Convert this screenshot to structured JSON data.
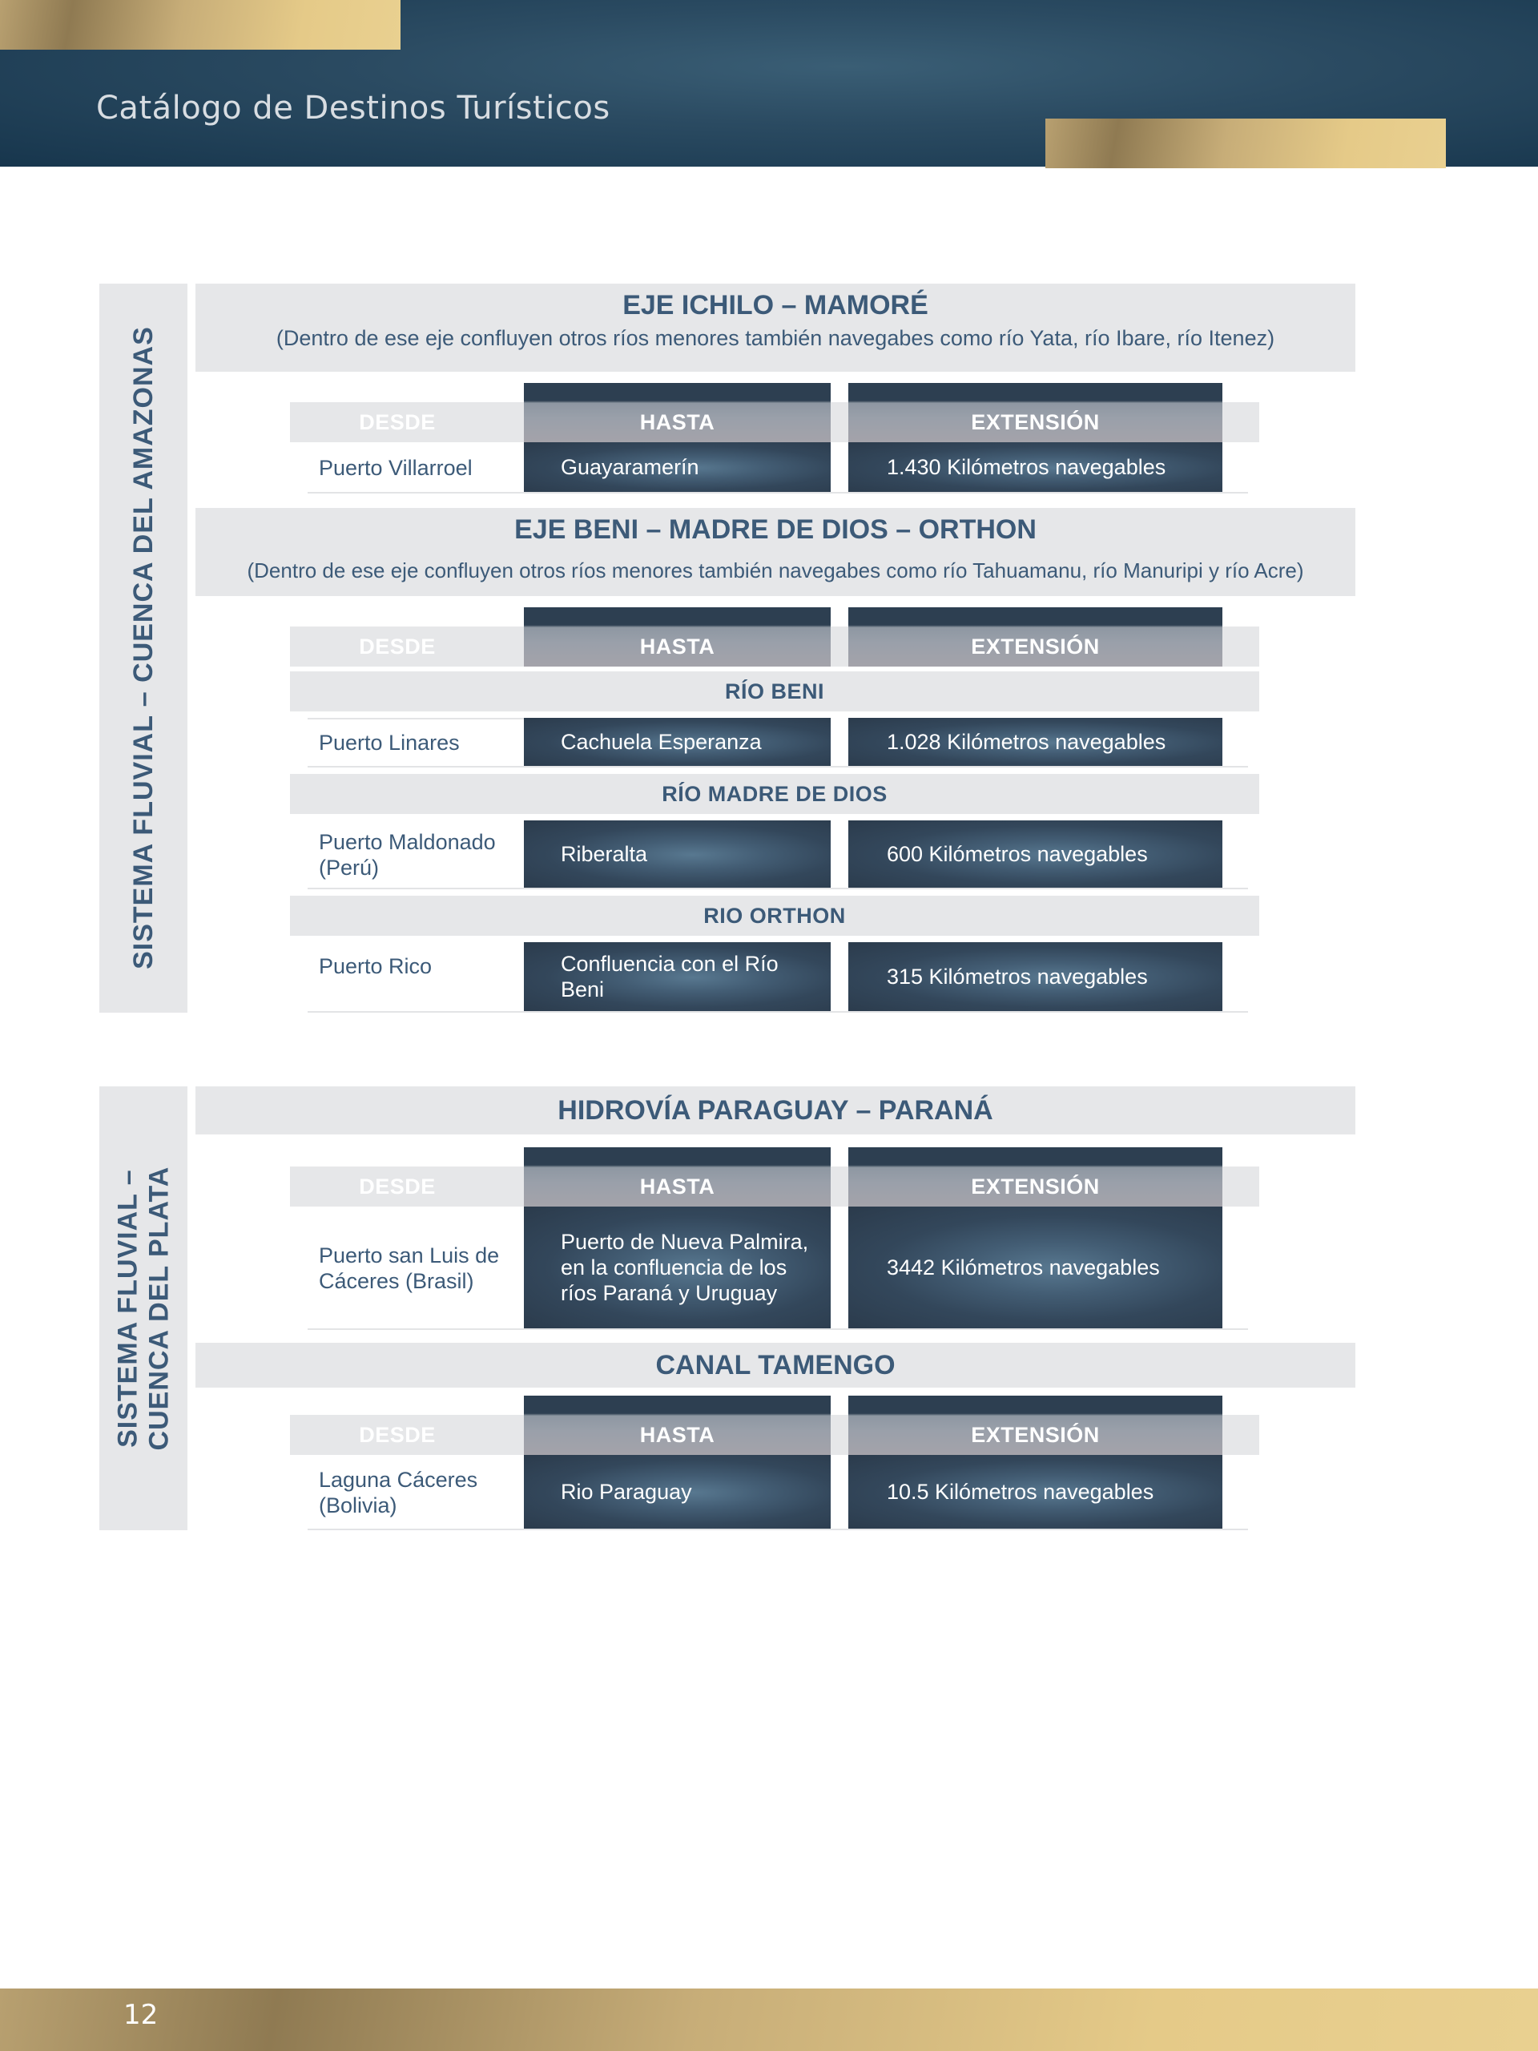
{
  "header": {
    "title": "Catálogo de Destinos Turísticos"
  },
  "columns": {
    "desde": "DESDE",
    "hasta": "HASTA",
    "extension": "EXTENSIÓN"
  },
  "amazonas": {
    "side_label": "SISTEMA FLUVIAL – CUENCA DEL AMAZONAS",
    "eje1": {
      "title": "EJE ICHILO – MAMORÉ",
      "subtitle": "(Dentro de ese eje confluyen otros ríos menores también navegabes como río Yata, río Ibare, río Itenez)",
      "rows": [
        {
          "desde": "Puerto Villarroel",
          "hasta": "Guayaramerín",
          "extension": "1.430 Kilómetros navegables"
        }
      ]
    },
    "eje2": {
      "title": "EJE BENI – MADRE DE DIOS – ORTHON",
      "subtitle": "(Dentro de ese eje confluyen otros ríos menores también navegabes como río Tahuamanu, río Manuripi y río Acre)",
      "groups": [
        {
          "name": "RÍO BENI",
          "desde": "Puerto Linares",
          "hasta": "Cachuela Esperanza",
          "extension": "1.028 Kilómetros navegables"
        },
        {
          "name": "RÍO MADRE DE DIOS",
          "desde": "Puerto Maldonado (Perú)",
          "hasta": "Riberalta",
          "extension": "600 Kilómetros navegables"
        },
        {
          "name": "RIO ORTHON",
          "desde": "Puerto Rico",
          "hasta": "Confluencia con el Río Beni",
          "extension": "315 Kilómetros navegables"
        }
      ]
    }
  },
  "plata": {
    "side_label_line1": "SISTEMA FLUVIAL –",
    "side_label_line2": "CUENCA DEL PLATA",
    "hidrovia": {
      "title": "HIDROVÍA PARAGUAY – PARANÁ",
      "rows": [
        {
          "desde": "Puerto san Luis de Cáceres (Brasil)",
          "hasta": "Puerto de Nueva Palmira, en la confluencia de los ríos Paraná y Uruguay",
          "extension": "3442 Kilómetros navegables"
        }
      ]
    },
    "canal": {
      "title": "CANAL TAMENGO",
      "rows": [
        {
          "desde": "Laguna Cáceres (Bolivia)",
          "hasta": "Rio Paraguay",
          "extension": "10.5 Kilómetros navegables"
        }
      ]
    }
  },
  "footer": {
    "page_number": "12"
  }
}
